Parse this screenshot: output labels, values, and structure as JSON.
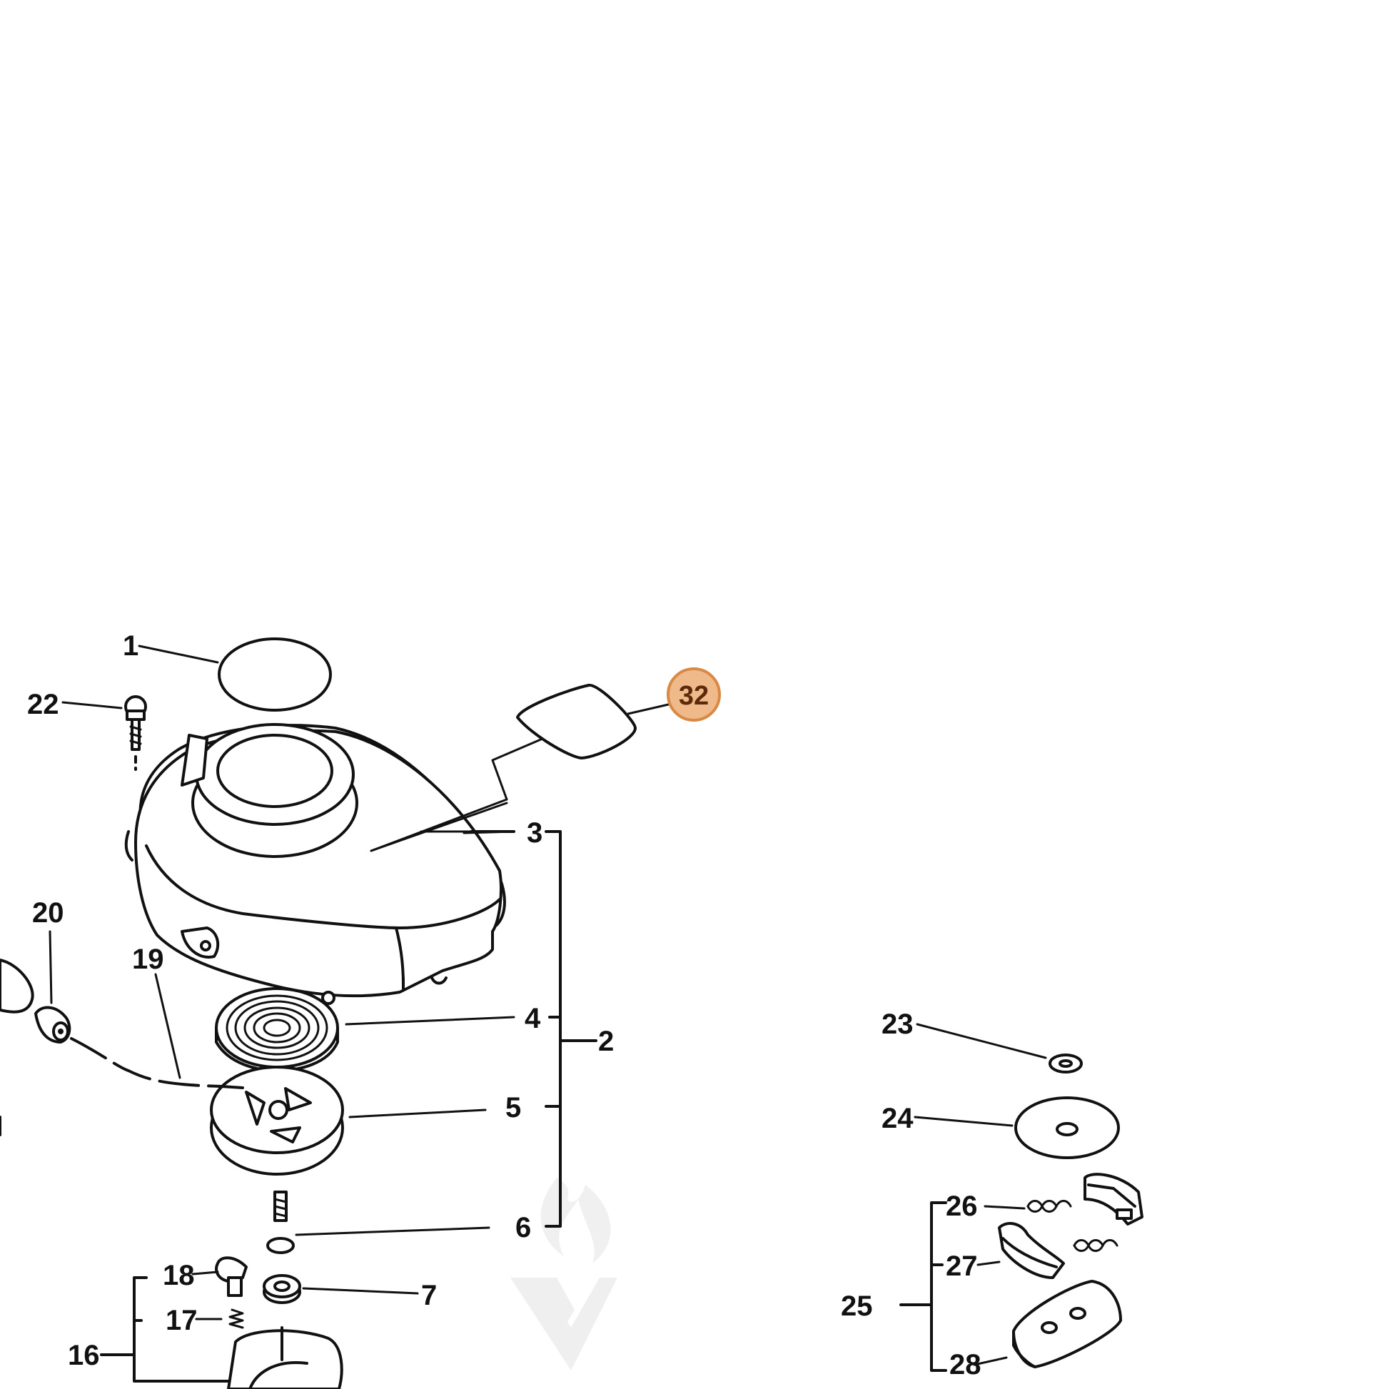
{
  "diagram": {
    "callouts": [
      {
        "id": "1",
        "text": "1"
      },
      {
        "id": "2",
        "text": "2"
      },
      {
        "id": "3",
        "text": "3"
      },
      {
        "id": "4",
        "text": "4"
      },
      {
        "id": "5",
        "text": "5"
      },
      {
        "id": "6",
        "text": "6"
      },
      {
        "id": "7",
        "text": "7"
      },
      {
        "id": "16",
        "text": "16"
      },
      {
        "id": "17",
        "text": "17"
      },
      {
        "id": "18",
        "text": "18"
      },
      {
        "id": "19",
        "text": "19"
      },
      {
        "id": "20",
        "text": "20"
      },
      {
        "id": "22",
        "text": "22"
      },
      {
        "id": "23",
        "text": "23"
      },
      {
        "id": "24",
        "text": "24"
      },
      {
        "id": "25",
        "text": "25"
      },
      {
        "id": "26",
        "text": "26"
      },
      {
        "id": "27",
        "text": "27"
      },
      {
        "id": "28",
        "text": "28"
      }
    ],
    "highlighted_callout": {
      "text": "32",
      "color": "#f0b98a",
      "border_color": "#d88a45"
    }
  }
}
